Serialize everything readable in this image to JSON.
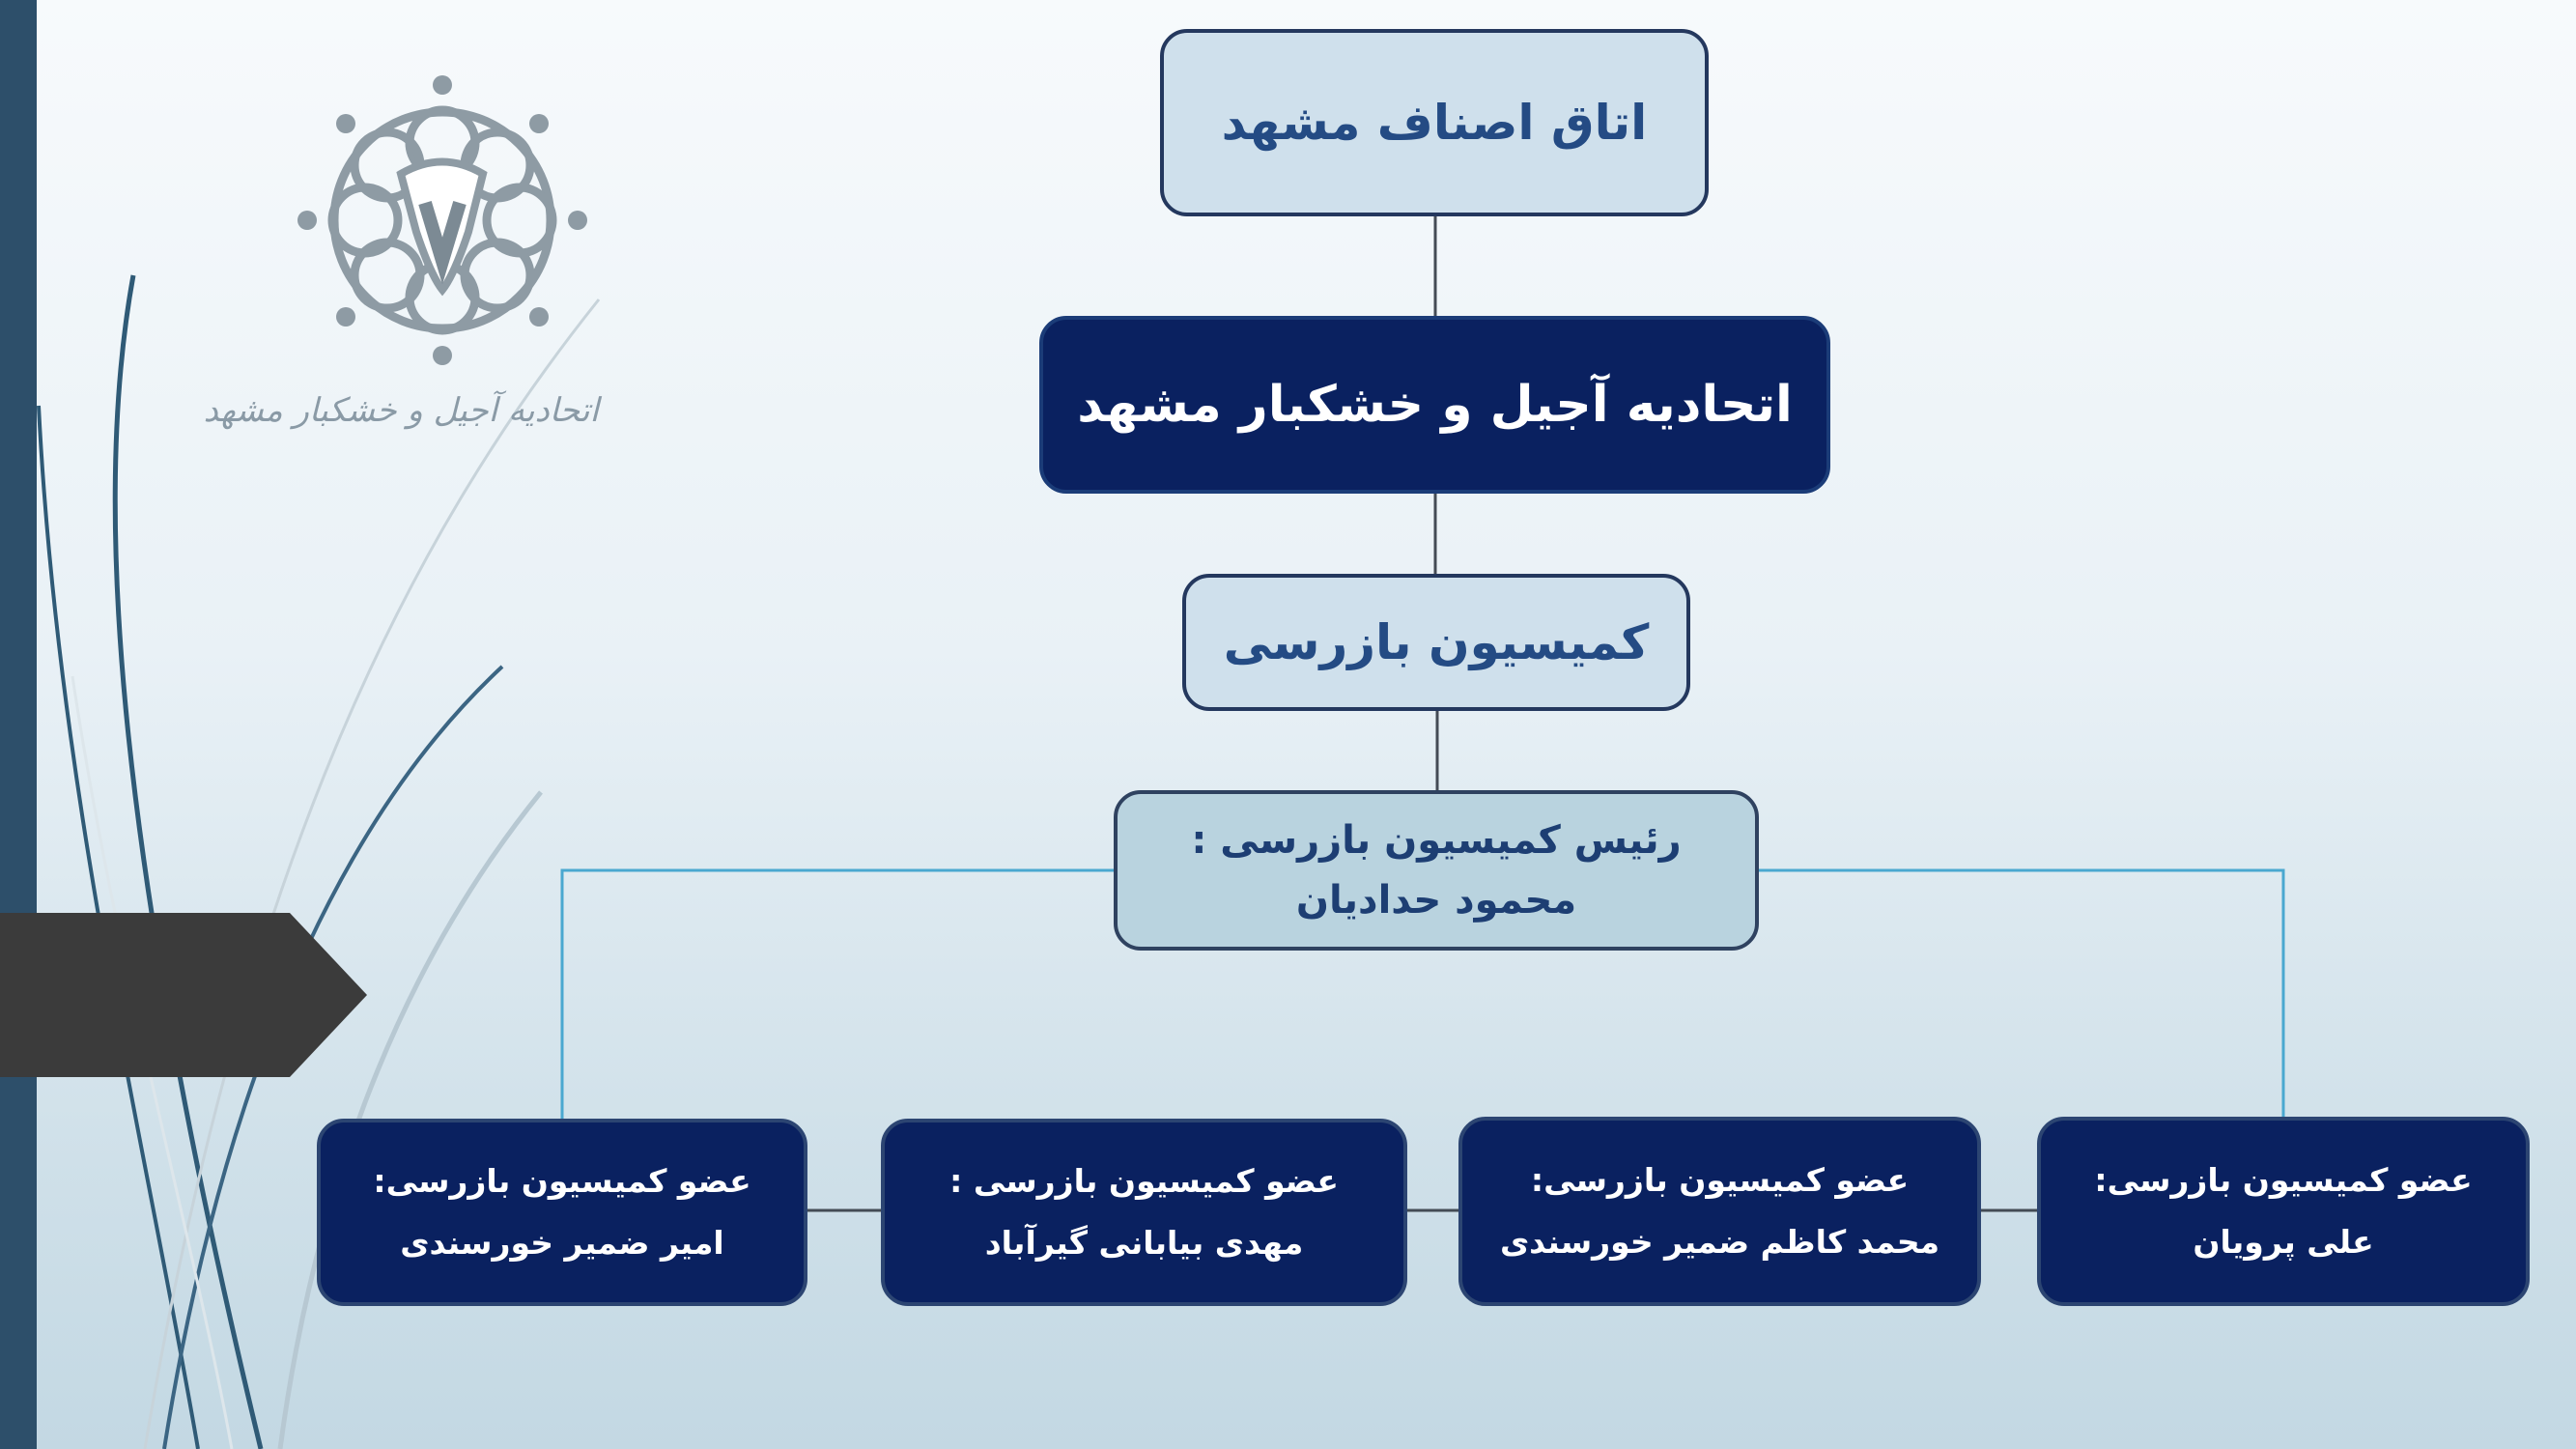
{
  "chamber": {
    "title": "اتاق اصناف مشهد"
  },
  "union": {
    "title": "اتحادیه آجیل و خشکبار مشهد"
  },
  "commission": {
    "title": "کمیسیون بازرسی"
  },
  "chair": {
    "role": "رئیس  کمیسیون بازرسی :",
    "name": "محمود حدادیان"
  },
  "members": [
    {
      "role": "عضو کمیسیون بازرسی:",
      "name": "علی پرویان"
    },
    {
      "role": "عضو کمیسیون بازرسی:",
      "name": "محمد کاظم ضمیر خورسندی"
    },
    {
      "role": "عضو کمیسیون بازرسی :",
      "name": "مهدی بیابانی گیرآباد"
    },
    {
      "role": "عضو کمیسیون بازرسی:",
      "name": "امیر  ضمیر خورسندی"
    }
  ],
  "logo": {
    "caption": "اتحادیه آجیل و خشکبار مشهد",
    "icon": "union-emblem-icon"
  },
  "colors": {
    "navy": "#0a2160",
    "light_box": "#cfe0ec",
    "head_box": "#b9d3df",
    "side_bar": "#2d4f6a",
    "connector_blue": "#4aa8d0",
    "dark_tab": "#3b3b3b"
  }
}
